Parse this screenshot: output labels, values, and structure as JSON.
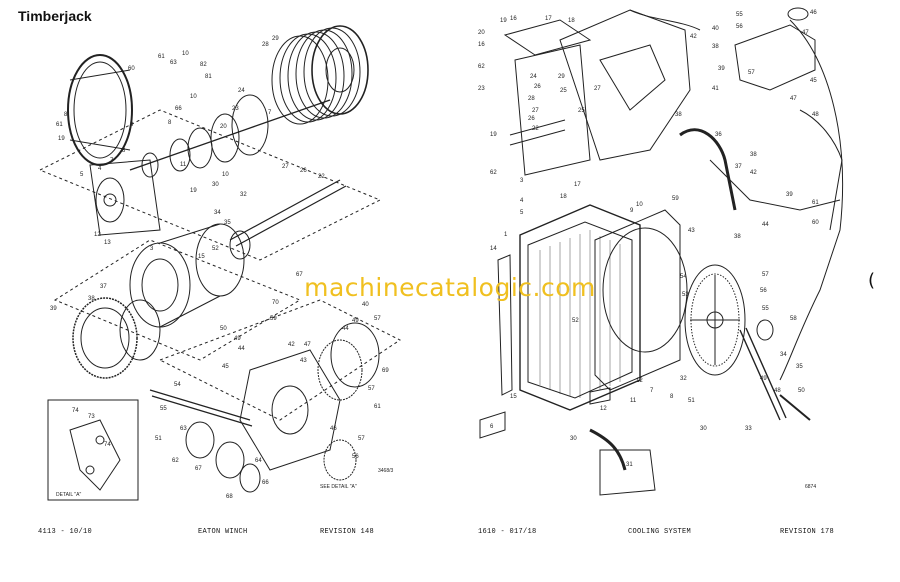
{
  "left_page": {
    "brand": "Timberjack",
    "footer": {
      "code": "4113 - 10/10",
      "title": "EATON WINCH",
      "revision": "REVISION 148"
    },
    "detail_label": "DETAIL \"A\"",
    "see_detail": "SEE DETAIL \"A\"",
    "drawing_no": "3468/3"
  },
  "right_page": {
    "footer": {
      "code": "1610 - 017/18",
      "title": "COOLING SYSTEM",
      "revision": "REVISION 178"
    },
    "drawing_no": "6874"
  },
  "watermark": "machinecatalogic.com",
  "colors": {
    "ink": "#222222",
    "watermark": "#f0c020",
    "paper": "#ffffff"
  }
}
